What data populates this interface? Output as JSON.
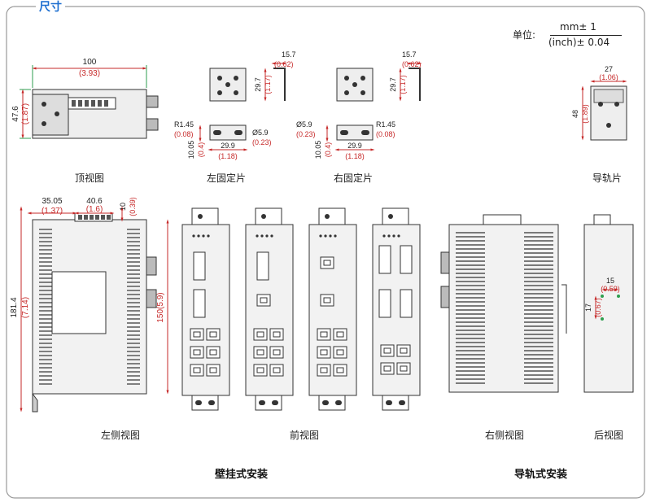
{
  "header": {
    "title": "尺寸"
  },
  "unit": {
    "label": "单位:",
    "numerator": "mm± 1",
    "denominator": "(inch)± 0.04"
  },
  "views": {
    "top": "顶视图",
    "left_bracket": "左固定片",
    "right_bracket": "右固定片",
    "rail_clip": "导轨片",
    "left_side": "左侧视图",
    "front": "前视图",
    "right_side": "右侧视图",
    "rear": "后视图"
  },
  "install": {
    "wall": "壁挂式安装",
    "rail": "导轨式安装"
  },
  "dims": {
    "top_w_mm": "100",
    "top_w_in": "(3.93)",
    "top_h_mm": "47.6",
    "top_h_in": "(1.87)",
    "br_w_mm": "15.7",
    "br_w_in": "(0.62)",
    "br_h_mm": "29.7",
    "br_h_in": "(1.17)",
    "r_mm": "R1.45",
    "r_in": "(0.08)",
    "hole_mm": "Ø5.9",
    "hole_in": "(0.23)",
    "br_thk_mm": "10.05",
    "br_thk_in": "(0.4)",
    "br_len_mm": "29.9",
    "br_len_in": "(1.18)",
    "clip_w_mm": "27",
    "clip_w_in": "(1.06)",
    "clip_h_mm": "48",
    "clip_h_in": "(1.89)",
    "ls_a_mm": "35.05",
    "ls_a_in": "(1.37)",
    "ls_b_mm": "40.6",
    "ls_b_in": "(1.6)",
    "ls_c_mm": "10",
    "ls_c_in": "(0.39)",
    "ls_h_mm": "181.4",
    "ls_h_in": "(7.14)",
    "ls_body": "150(5.9)",
    "rv_w_mm": "15",
    "rv_w_in": "(0.59)",
    "rv_h_mm": "17",
    "rv_h_in": "(0.67)"
  },
  "colors": {
    "dim": "#c62828",
    "ext": "#2e9e4f",
    "frame": "#9a9a9a",
    "title": "#1e6fd0",
    "body": "#222222"
  }
}
